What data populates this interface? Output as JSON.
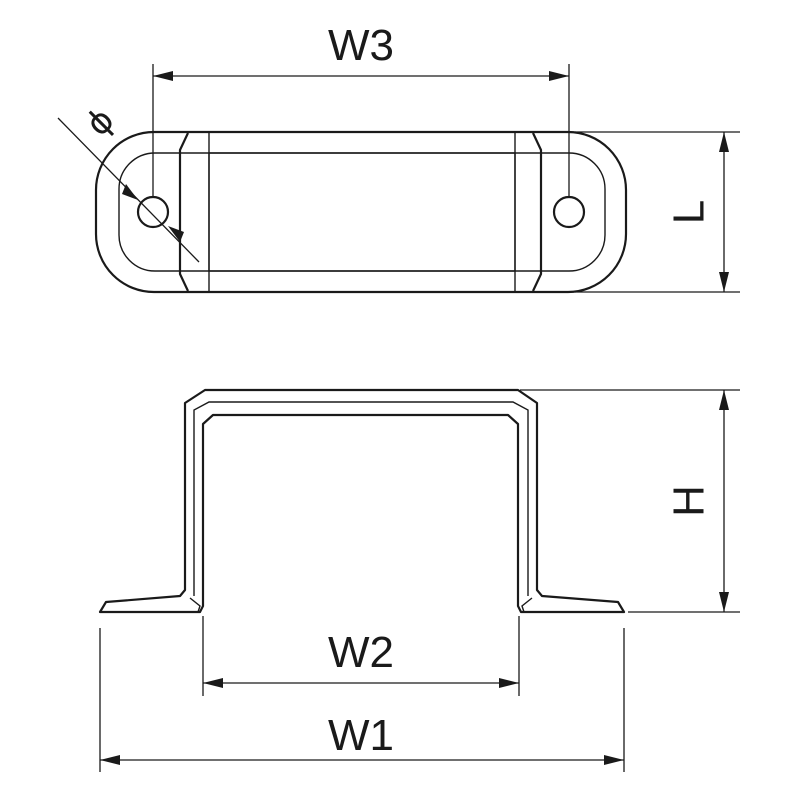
{
  "dimensions": {
    "w3": "W3",
    "l": "L",
    "h": "H",
    "w2": "W2",
    "w1": "W1",
    "phi": "ϕ"
  }
}
